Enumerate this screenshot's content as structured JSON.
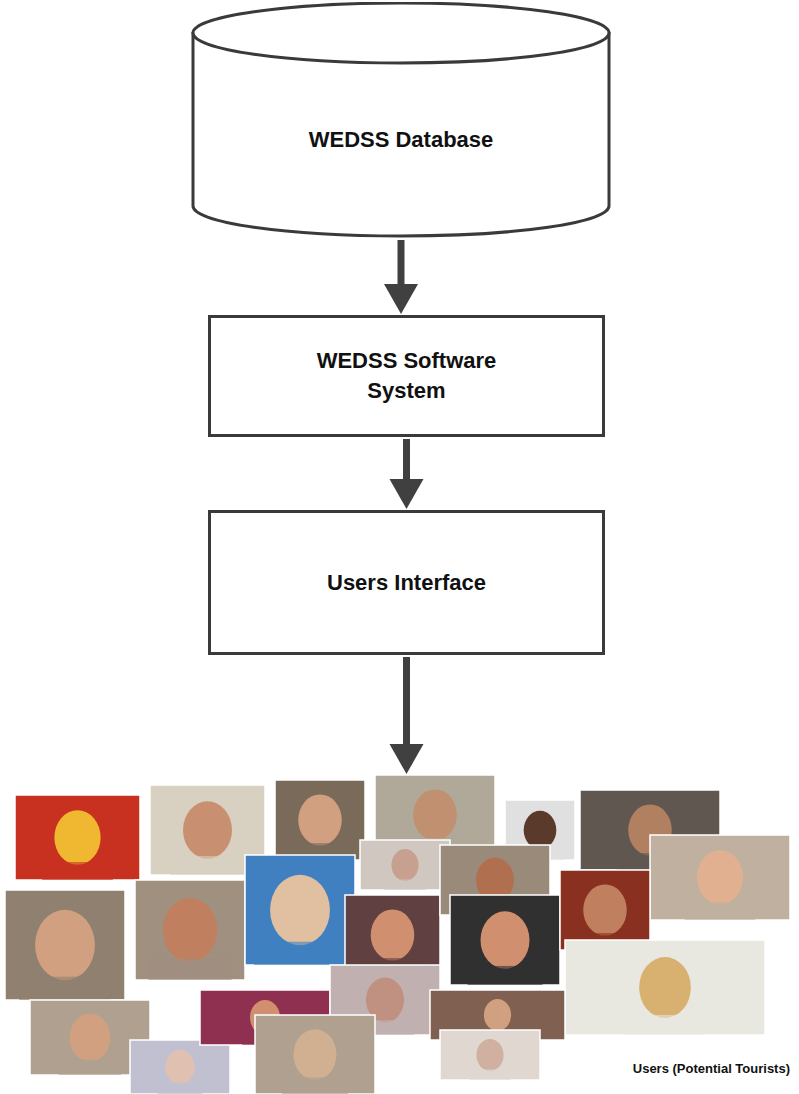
{
  "diagram": {
    "nodes": [
      {
        "text": [
          "WEDSS Database"
        ]
      },
      {
        "text": [
          "WEDSS Software System"
        ]
      },
      {
        "text": [
          "Users Interface"
        ]
      },
      {
        "text": [
          "Users (Potential Tourists)"
        ]
      }
    ],
    "edges": [
      {
        "from": 0,
        "to": 1,
        "arrow": "to"
      },
      {
        "from": 1,
        "to": 2,
        "arrow": "to"
      },
      {
        "from": 2,
        "to": 3,
        "arrow": "to"
      }
    ]
  }
}
